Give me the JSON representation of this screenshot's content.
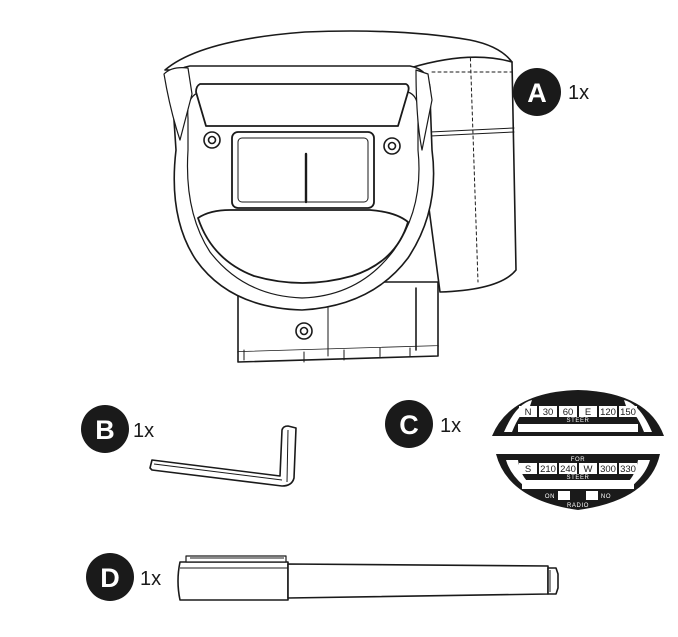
{
  "parts": [
    {
      "letter": "A",
      "quantity": "1x",
      "name": "compass housing"
    },
    {
      "letter": "B",
      "quantity": "1x",
      "name": "hex key"
    },
    {
      "letter": "C",
      "quantity": "1x",
      "name": "deviation card stickers"
    },
    {
      "letter": "D",
      "quantity": "1x",
      "name": "marker pen"
    }
  ],
  "card_top": {
    "cells": [
      "N",
      "30",
      "60",
      "E",
      "120",
      "150"
    ],
    "footer": "STEER"
  },
  "card_bottom": {
    "header": "FOR",
    "cells": [
      "S",
      "210",
      "240",
      "W",
      "300",
      "330"
    ],
    "footer": "STEER",
    "on_label": "ON",
    "no_label": "NO",
    "radio_label": "RADIO"
  },
  "colors": {
    "line": "#1a1a1a",
    "badge": "#1a1a1a",
    "background": "#ffffff"
  }
}
